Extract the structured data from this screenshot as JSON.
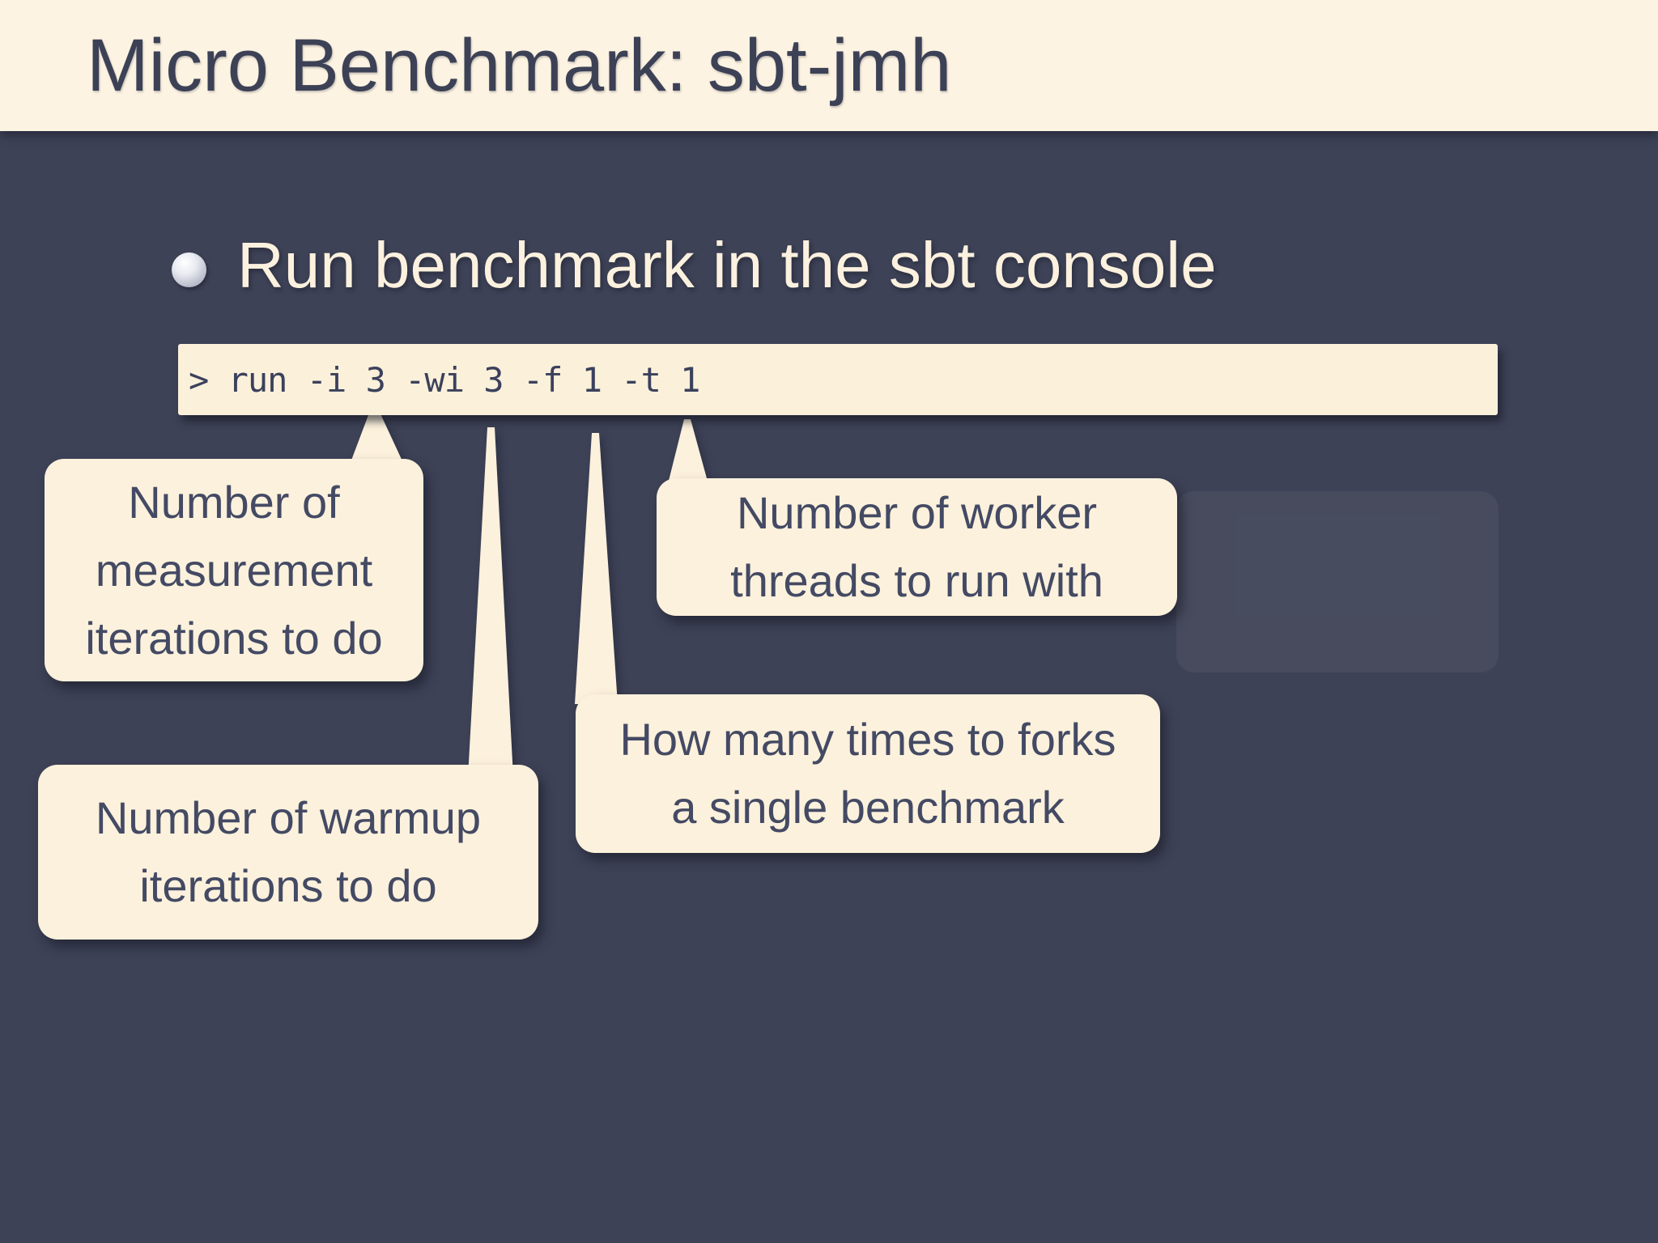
{
  "slide": {
    "header": {
      "title": "Micro Benchmark: sbt-jmh"
    },
    "bullet": {
      "text": "Run benchmark in the sbt console"
    },
    "console": {
      "command": "> run -i 3 -wi 3 -f 1 -t 1"
    },
    "callouts": [
      {
        "name": "measurement-iterations",
        "text": "Number of measurement iterations to do",
        "lines": [
          "Number of",
          "measurement",
          "iterations to do"
        ]
      },
      {
        "name": "warmup-iterations",
        "text": "Number of warmup iterations to do",
        "lines": [
          "Number of warmup",
          "iterations to do"
        ]
      },
      {
        "name": "forks",
        "text": "How many times to forks a single benchmark",
        "lines": [
          "How many times to forks",
          "a single benchmark"
        ]
      },
      {
        "name": "worker-threads",
        "text": "Number of worker threads to run with",
        "lines": [
          "Number of worker",
          "threads to run with"
        ]
      }
    ],
    "colors": {
      "background": "#3e4257",
      "header_cream": "#fdf3e2",
      "box_cream": "#fcf1dc",
      "code_cream": "#fbf0da",
      "dark_text": "#3c4156",
      "callout_text": "#444a64",
      "light_text": "#fbf1de"
    }
  }
}
